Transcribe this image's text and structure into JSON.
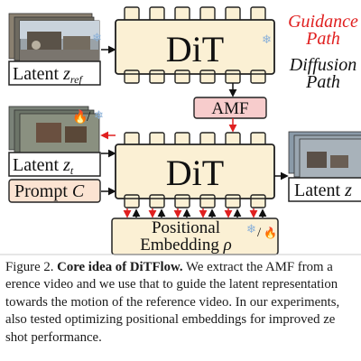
{
  "figure": {
    "dit_top_label": "DiT",
    "dit_bottom_label": "DiT",
    "amf_label": "AMF",
    "latent_ref_prefix": "Latent ",
    "latent_ref_z": "z",
    "latent_ref_sub": "ref",
    "latent_t_prefix": "Latent ",
    "latent_t_z": "z",
    "latent_t_sub": "t",
    "latent_out_prefix": "Latent ",
    "latent_out_z": "z",
    "prompt_prefix": "Prompt ",
    "prompt_c": "C",
    "pos_emb_line1": "Positional",
    "pos_emb_line2": "Embedding ",
    "pos_emb_rho": "ρ",
    "legend_guidance_1": "Guidance",
    "legend_guidance_2": "Path",
    "legend_diffusion_1": "Diffusion",
    "legend_diffusion_2": "Path",
    "colors": {
      "guidance": "#e02020",
      "diffusion": "#111111",
      "dit_fill": "#fbf0d4",
      "amf_fill": "#f7cccc",
      "prompt_fill": "#fbe3d2",
      "frozen": "#8ab0d8"
    },
    "icons": [
      "snowflake-icon",
      "fire-icon"
    ]
  },
  "caption": {
    "fig_label": "Figure 2.",
    "bold_title": "Core idea of DiTFlow.",
    "line1_rest": "We extract the AMF from a",
    "line2": "erence video and we use that to guide the latent representation",
    "line3": "towards the motion of the reference video. In our experiments,",
    "line4": "also tested optimizing positional embeddings for improved ze",
    "line5": "shot performance."
  }
}
